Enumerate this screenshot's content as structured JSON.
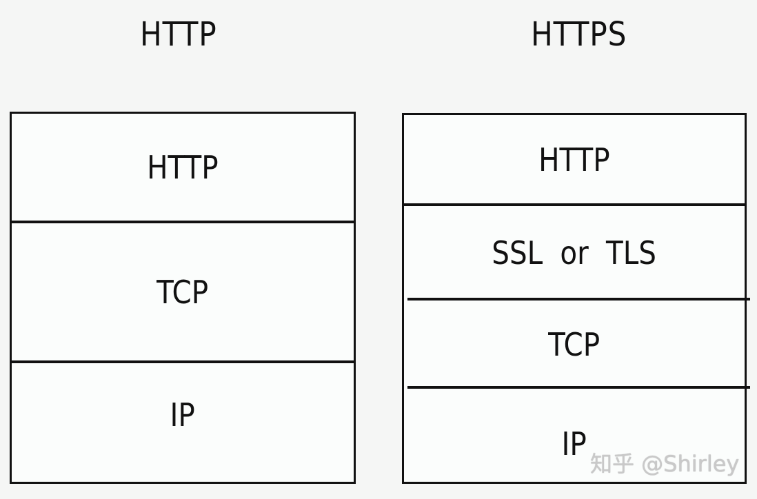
{
  "diagram": {
    "left": {
      "title": "HTTP",
      "layers": [
        "HTTP",
        "TCP",
        "IP"
      ]
    },
    "right": {
      "title": "HTTPS",
      "layers": [
        "HTTP",
        "SSL or TLS",
        "TCP",
        "IP"
      ]
    }
  },
  "watermark": "知乎 @Shirley",
  "colors": {
    "line": "#111111",
    "background": "#f5f6f5",
    "box_fill": "#fbfdfc",
    "watermark": "#c9c9c9"
  }
}
